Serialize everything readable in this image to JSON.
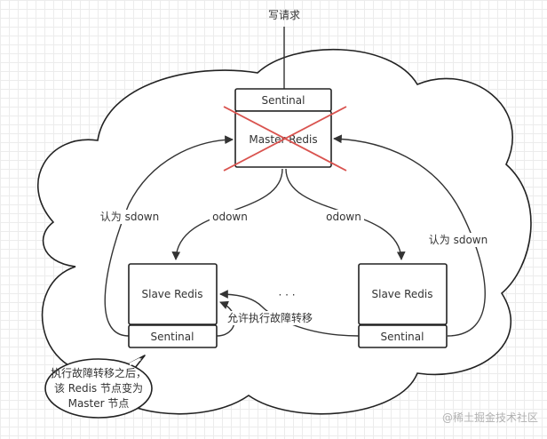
{
  "diagram": {
    "top_label": "写请求",
    "master": {
      "sentinel_label": "Sentinal",
      "redis_label": "Master Redis",
      "failed_mark_color": "#d9534f"
    },
    "slave_left": {
      "redis_label": "Slave Redis",
      "sentinel_label": "Sentinal"
    },
    "slave_right": {
      "redis_label": "Slave Redis",
      "sentinel_label": "Sentinal"
    },
    "edges": {
      "sdown_left": "认为 sdown",
      "sdown_right": "认为 sdown",
      "odown_left": "odown",
      "odown_right": "odown",
      "failover": "允许执行故障转移",
      "ellipsis": "· · ·"
    },
    "callout": {
      "line1": "执行故障转移之后，",
      "line2": "该 Redis 节点变为",
      "line3": "Master 节点"
    },
    "watermark": "@稀土掘金技术社区"
  }
}
